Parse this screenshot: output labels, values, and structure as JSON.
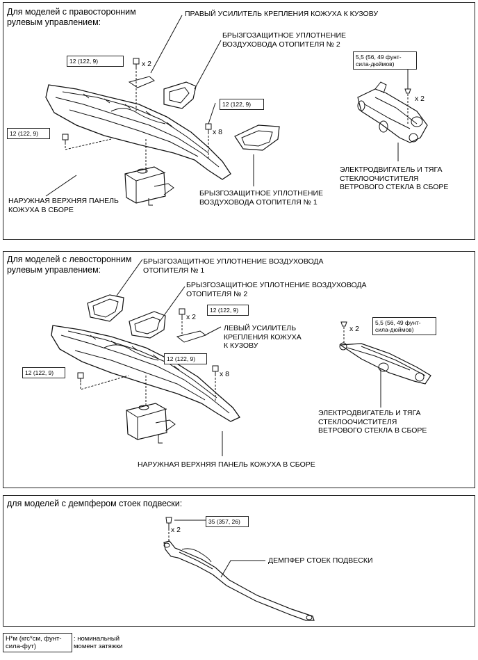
{
  "rhd": {
    "heading": "Для моделей с правосторонним\nрулевым управлением:",
    "labels": {
      "right_reinforcement": "ПРАВЫЙ УСИЛИТЕЛЬ КРЕПЛЕНИЯ КОЖУХА К КУЗОВУ",
      "seal_no2": "БРЫЗГОЗАЩИТНОЕ УПЛОТНЕНИЕ\nВОЗДУХОВОДА ОТОПИТЕЛЯ № 2",
      "outer_panel": "НАРУЖНАЯ ВЕРХНЯЯ ПАНЕЛЬ\nКОЖУХА В СБОРЕ",
      "seal_no1": "БРЫЗГОЗАЩИТНОЕ УПЛОТНЕНИЕ\nВОЗДУХОВОДА ОТОПИТЕЛЯ № 1",
      "wiper_motor": "ЭЛЕКТРОДВИГАТЕЛЬ И ТЯГА\nСТЕКЛООЧИСТИТЕЛЯ\nВЕТРОВОГО СТЕКЛА В СБОРЕ"
    },
    "torques": {
      "t1": "12 (122, 9)",
      "t2": "12 (122, 9)",
      "t3": "12 (122, 9)",
      "t4": "5,5 (56, 49 фунт-\nсила-дюймов)"
    },
    "multipliers": {
      "m1": "x 2",
      "m2": "x 8",
      "m3": "x 2"
    }
  },
  "lhd": {
    "heading": "Для моделей с левосторонним\nрулевым управлением:",
    "labels": {
      "seal_no1": "БРЫЗГОЗАЩИТНОЕ УПЛОТНЕНИЕ ВОЗДУХОВОДА\nОТОПИТЕЛЯ № 1",
      "seal_no2": "БРЫЗГОЗАЩИТНОЕ УПЛОТНЕНИЕ ВОЗДУХОВОДА\nОТОПИТЕЛЯ № 2",
      "left_reinforcement": "ЛЕВЫЙ УСИЛИТЕЛЬ\nКРЕПЛЕНИЯ КОЖУХА\nК КУЗОВУ",
      "wiper_motor": "ЭЛЕКТРОДВИГАТЕЛЬ И ТЯГА\nСТЕКЛООЧИСТИТЕЛЯ\nВЕТРОВОГО СТЕКЛА В СБОРЕ",
      "outer_panel": "НАРУЖНАЯ ВЕРХНЯЯ ПАНЕЛЬ КОЖУХА В СБОРЕ"
    },
    "torques": {
      "t1": "12 (122, 9)",
      "t2": "12 (122, 9)",
      "t3": "12 (122, 9)",
      "t4": "5,5 (56, 49 фунт-\nсила-дюймов)"
    },
    "multipliers": {
      "m1": "x 2",
      "m2": "x 8",
      "m3": "x 2"
    }
  },
  "damper": {
    "heading": "для моделей с демпфером стоек подвески:",
    "label": "ДЕМПФЕР СТОЕК ПОДВЕСКИ",
    "torque": "35 (357, 26)",
    "multiplier": "x 2"
  },
  "legend": {
    "box": "Н*м (кгс*см, фунт-\nсила-фут)",
    "text": ": номинальный\nмомент затяжки"
  }
}
